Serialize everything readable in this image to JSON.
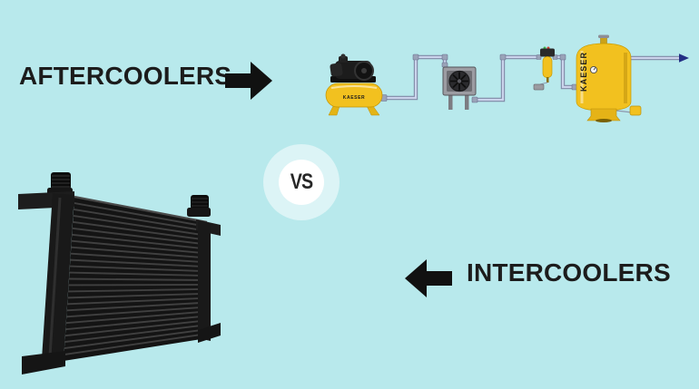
{
  "page": {
    "background_color": "#b8e9ec",
    "text_color": "#1c1c1c"
  },
  "labels": {
    "aftercoolers": "AFTERCOOLERS",
    "intercoolers": "INTERCOOLERS",
    "vs": "VS"
  },
  "icons": {
    "aftercoolers_arrow": "right-block-arrow",
    "intercoolers_arrow": "left-block-arrow",
    "flow_arrow": "flow-direction-right-arrow",
    "cooler_fan": "fan",
    "pressure_gauge": "gauge"
  },
  "diagram": {
    "compressor_brand": "KAESER",
    "receiver_brand": "KAESER",
    "colors": {
      "equipment_yellow": "#f2c11f",
      "pipe": "#cbd4ec",
      "pipe_outline": "#7f89a6",
      "flow_arrow_blue": "#232f85"
    }
  }
}
